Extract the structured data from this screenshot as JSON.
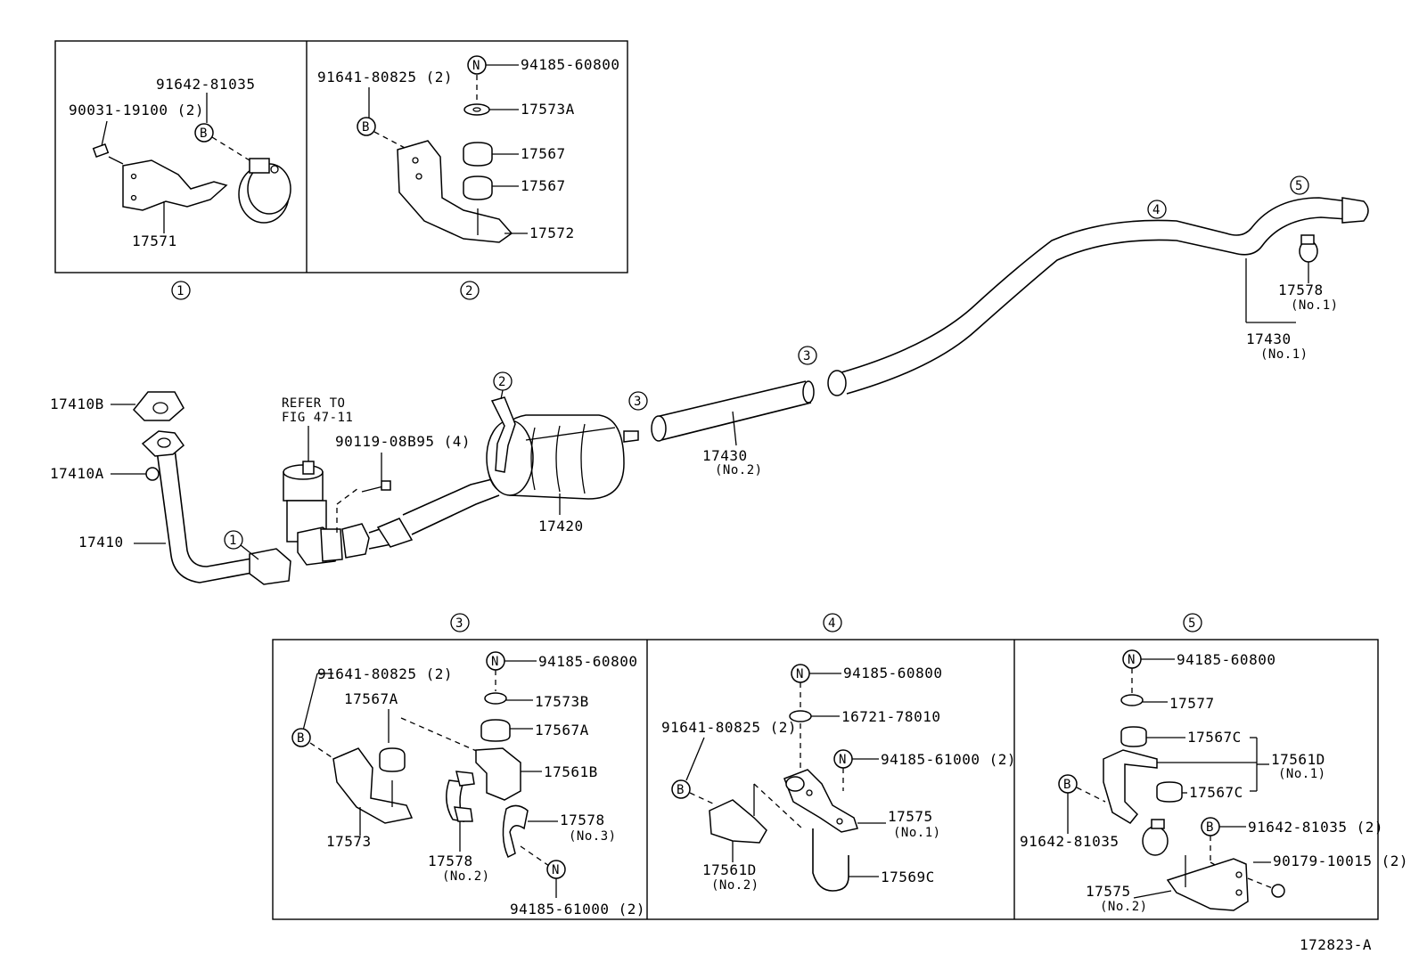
{
  "diagram_id": "172823-A",
  "main": {
    "callout_1": "1",
    "callout_2": "2",
    "callout_3a": "3",
    "callout_3b": "3",
    "callout_4": "4",
    "callout_5": "5",
    "p17410B": "17410B",
    "p17410A": "17410A",
    "p17410": "17410",
    "refer_line1": "REFER TO",
    "refer_line2": "FIG 47-11",
    "p90119": "90119-08B95 (4)",
    "p17420": "17420",
    "p17430_no2": "17430",
    "p17430_no2_sub": "(No.2)",
    "p17430_no1": "17430",
    "p17430_no1_sub": "(No.1)",
    "p17578_no1": "17578",
    "p17578_no1_sub": "(No.1)"
  },
  "detail1": {
    "caption": "1",
    "p91642": "91642-81035",
    "p90031": "90031-19100 (2)",
    "b_marker": "B",
    "p17571": "17571"
  },
  "detail2": {
    "caption": "2",
    "p91641": "91641-80825 (2)",
    "b_marker": "B",
    "n_marker": "N",
    "p94185": "94185-60800",
    "p17573A": "17573A",
    "p17567_1": "17567",
    "p17567_2": "17567",
    "p17572": "17572"
  },
  "detail3": {
    "caption": "3",
    "p91641": "91641-80825 (2)",
    "b_marker": "B",
    "n_marker_top": "N",
    "n_marker_bottom": "N",
    "p94185_608": "94185-60800",
    "p17573B": "17573B",
    "p17567A_1": "17567A",
    "p17567A_2": "17567A",
    "p17561B": "17561B",
    "p17578_no3": "17578",
    "p17578_no3_sub": "(No.3)",
    "p17573": "17573",
    "p17578_no2": "17578",
    "p17578_no2_sub": "(No.2)",
    "p94185_610": "94185-61000 (2)"
  },
  "detail4": {
    "caption": "4",
    "n_marker_top": "N",
    "n_marker_mid": "N",
    "b_marker": "B",
    "p94185_608": "94185-60800",
    "p16721": "16721-78010",
    "p91641": "91641-80825 (2)",
    "p94185_610": "94185-61000 (2)",
    "p17575_no1": "17575",
    "p17575_no1_sub": "(No.1)",
    "p17561D_no2": "17561D",
    "p17561D_no2_sub": "(No.2)",
    "p17569C": "17569C"
  },
  "detail5": {
    "caption": "5",
    "n_marker": "N",
    "b_marker_left": "B",
    "b_marker_right": "B",
    "p94185_608": "94185-60800",
    "p17577": "17577",
    "p17567C_1": "17567C",
    "p17567C_2": "17567C",
    "p17561D_no1": "17561D",
    "p17561D_no1_sub": "(No.1)",
    "p91642_left": "91642-81035",
    "p91642_right": "91642-81035 (2)",
    "p90179": "90179-10015 (2)",
    "p17575_no2": "17575",
    "p17575_no2_sub": "(No.2)"
  }
}
